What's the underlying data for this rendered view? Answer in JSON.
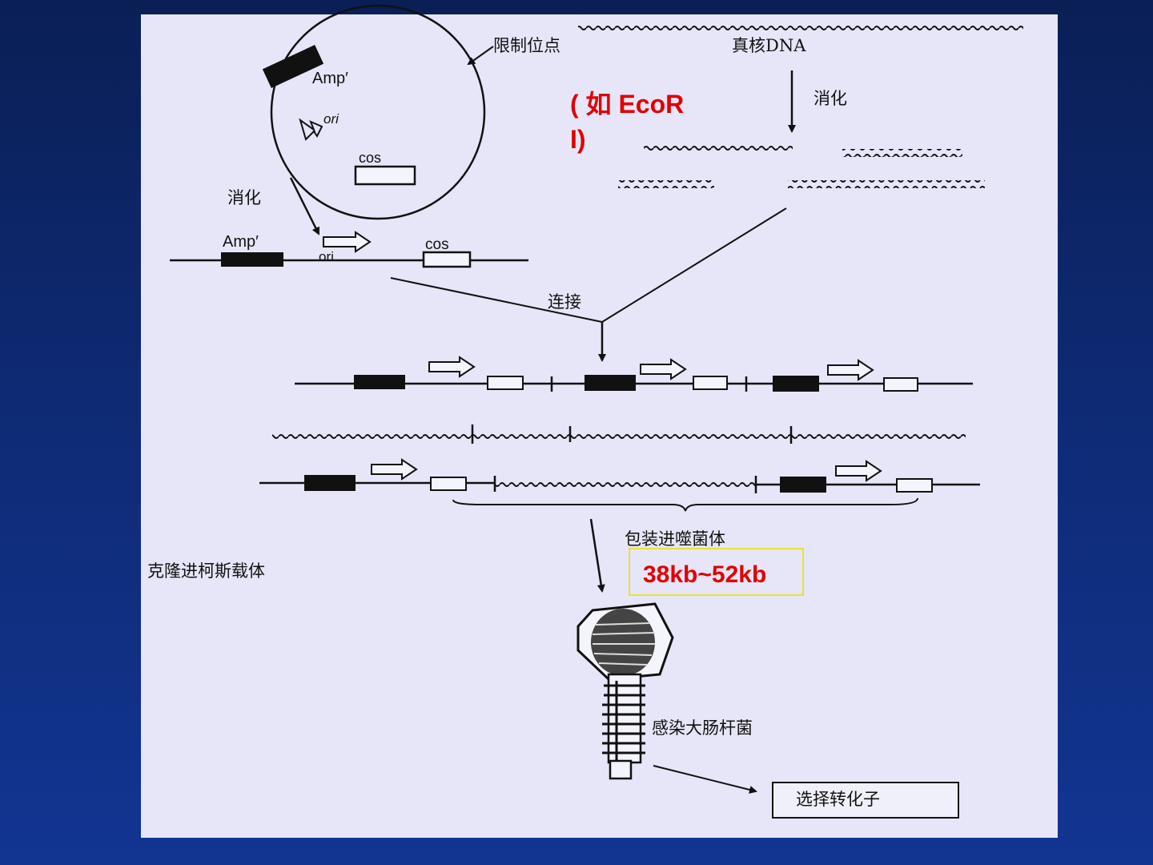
{
  "colors": {
    "background": "#0e2a73",
    "panel": "#e6e6f8",
    "ink": "#111111",
    "highlight_text": "#e00000",
    "highlight_border": "#e8e000"
  },
  "diagram": {
    "plasmid": {
      "restriction_site": "限制位点",
      "amp_label": "Amp′",
      "ori_label": "ori",
      "cos_label": "cos"
    },
    "eukaryotic_dna": "真核DNA",
    "digest_right": "消化",
    "digest_left": "消化",
    "enzyme_note": "( 如 EcoR I)",
    "enzyme_note_line1": "( 如 EcoR",
    "enzyme_note_line2": "I)",
    "linear_amp": "Amp′",
    "linear_ori": "ori",
    "linear_cos": "cos",
    "ligation": "连接",
    "package_into_phage": "包装进噬菌体",
    "size_range": "38kb~52kb",
    "cloning_into_cosmid": "克隆进柯斯载体",
    "infect_ecoli": "感染大肠杆菌",
    "select_transformants": "选择转化子"
  }
}
